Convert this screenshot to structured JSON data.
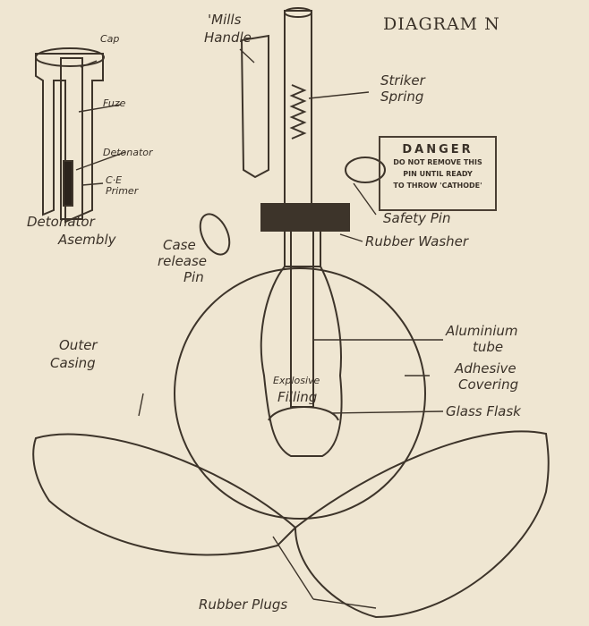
{
  "title": "DIAGRAM N",
  "labels": {
    "cap": "Cap",
    "fuze": "Fuze",
    "detonator": "Detonator",
    "primer_1": "C·E",
    "primer_2": "Primer",
    "assembly_1": "Detonator",
    "assembly_2": "Asembly",
    "handle_1": "'Mills",
    "handle_2": "Handle",
    "striker_1": "Striker",
    "striker_2": "Spring",
    "safety_pin": "Safety Pin",
    "rubber_washer": "Rubber Washer",
    "case_release_1": "Case",
    "case_release_2": "release",
    "case_release_3": "Pin",
    "aluminium_1": "Aluminium",
    "aluminium_2": "tube",
    "adhesive_1": "Adhesive",
    "adhesive_2": "Covering",
    "explosive_1": "Explosive",
    "explosive_2": "Filling",
    "glass_flask": "Glass Flask",
    "outer_1": "Outer",
    "outer_2": "Casing",
    "rubber_plugs": "Rubber Plugs"
  },
  "tag": {
    "heading": "DANGER",
    "line1": "DO NOT REMOVE THIS",
    "line2": "PIN UNTIL READY",
    "line3": "TO THROW 'CATHODE'"
  }
}
